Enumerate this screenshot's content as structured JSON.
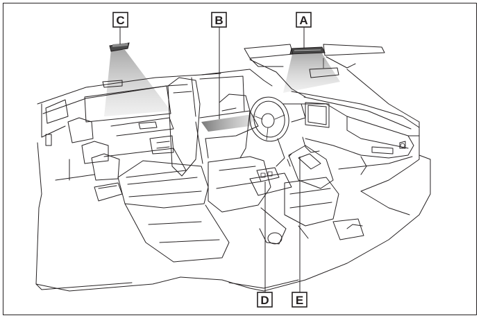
{
  "diagram": {
    "callouts": [
      {
        "id": "A",
        "label": "A"
      },
      {
        "id": "B",
        "label": "B"
      },
      {
        "id": "C",
        "label": "C"
      },
      {
        "id": "D",
        "label": "D"
      },
      {
        "id": "E",
        "label": "E"
      }
    ],
    "colors": {
      "outline": "#231f20",
      "light_beam": "#c8c8c8",
      "lamp": "#4a4a4a"
    }
  }
}
